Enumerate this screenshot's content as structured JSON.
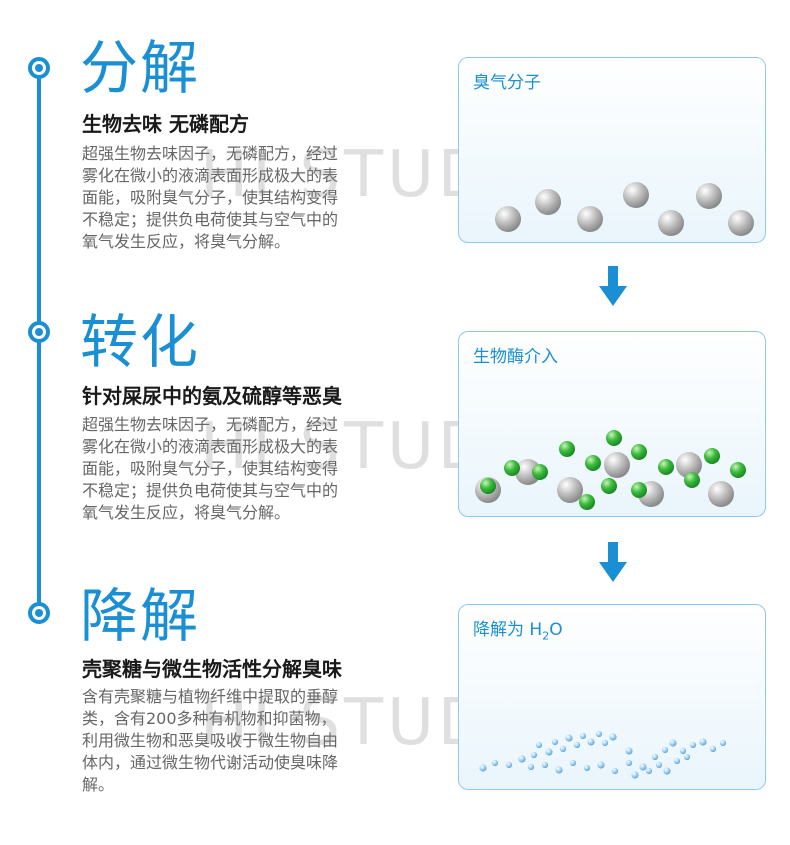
{
  "colors": {
    "accent": "#1b8fd3",
    "panel_border": "#8fcaea",
    "grey_molecule": "#b5b5b5",
    "green_molecule": "#3dbb3f",
    "water_droplet": "#8fc4ea"
  },
  "watermark": "HI STUDIO",
  "steps": [
    {
      "title": "分解",
      "subtitle": "生物去味 无磷配方",
      "desc": [
        "超强生物去味因子，无磷配方，经过",
        "雾化在微小的液滴表面形成极大的表",
        "面能，吸附臭气分子，使其结构变得",
        "不稳定；提供负电荷使其与空气中的",
        "氧气发生反应，将臭气分解。"
      ],
      "panel_label": "臭气分子"
    },
    {
      "title": "转化",
      "subtitle": "针对屎尿中的氨及硫醇等恶臭",
      "desc": [
        "超强生物去味因子，无磷配方，经过",
        "雾化在微小的液滴表面形成极大的表",
        "面能，吸附臭气分子，使其结构变得",
        "不稳定；提供负电荷使其与空气中的",
        "氧气发生反应，将臭气分解。"
      ],
      "panel_label": "生物酶介入"
    },
    {
      "title": "降解",
      "subtitle": "壳聚糖与微生物活性分解臭味",
      "desc": [
        "含有壳聚糖与植物纤维中提取的垂醇",
        "类，含有200多种有机物和抑菌物，",
        "利用微生物和恶臭吸收于微生物自由",
        "体内，通过微生物代谢活动使臭味降",
        "解。"
      ],
      "panel_label_main": "降解为 H",
      "panel_label_sub": "2",
      "panel_label_end": "O"
    }
  ]
}
